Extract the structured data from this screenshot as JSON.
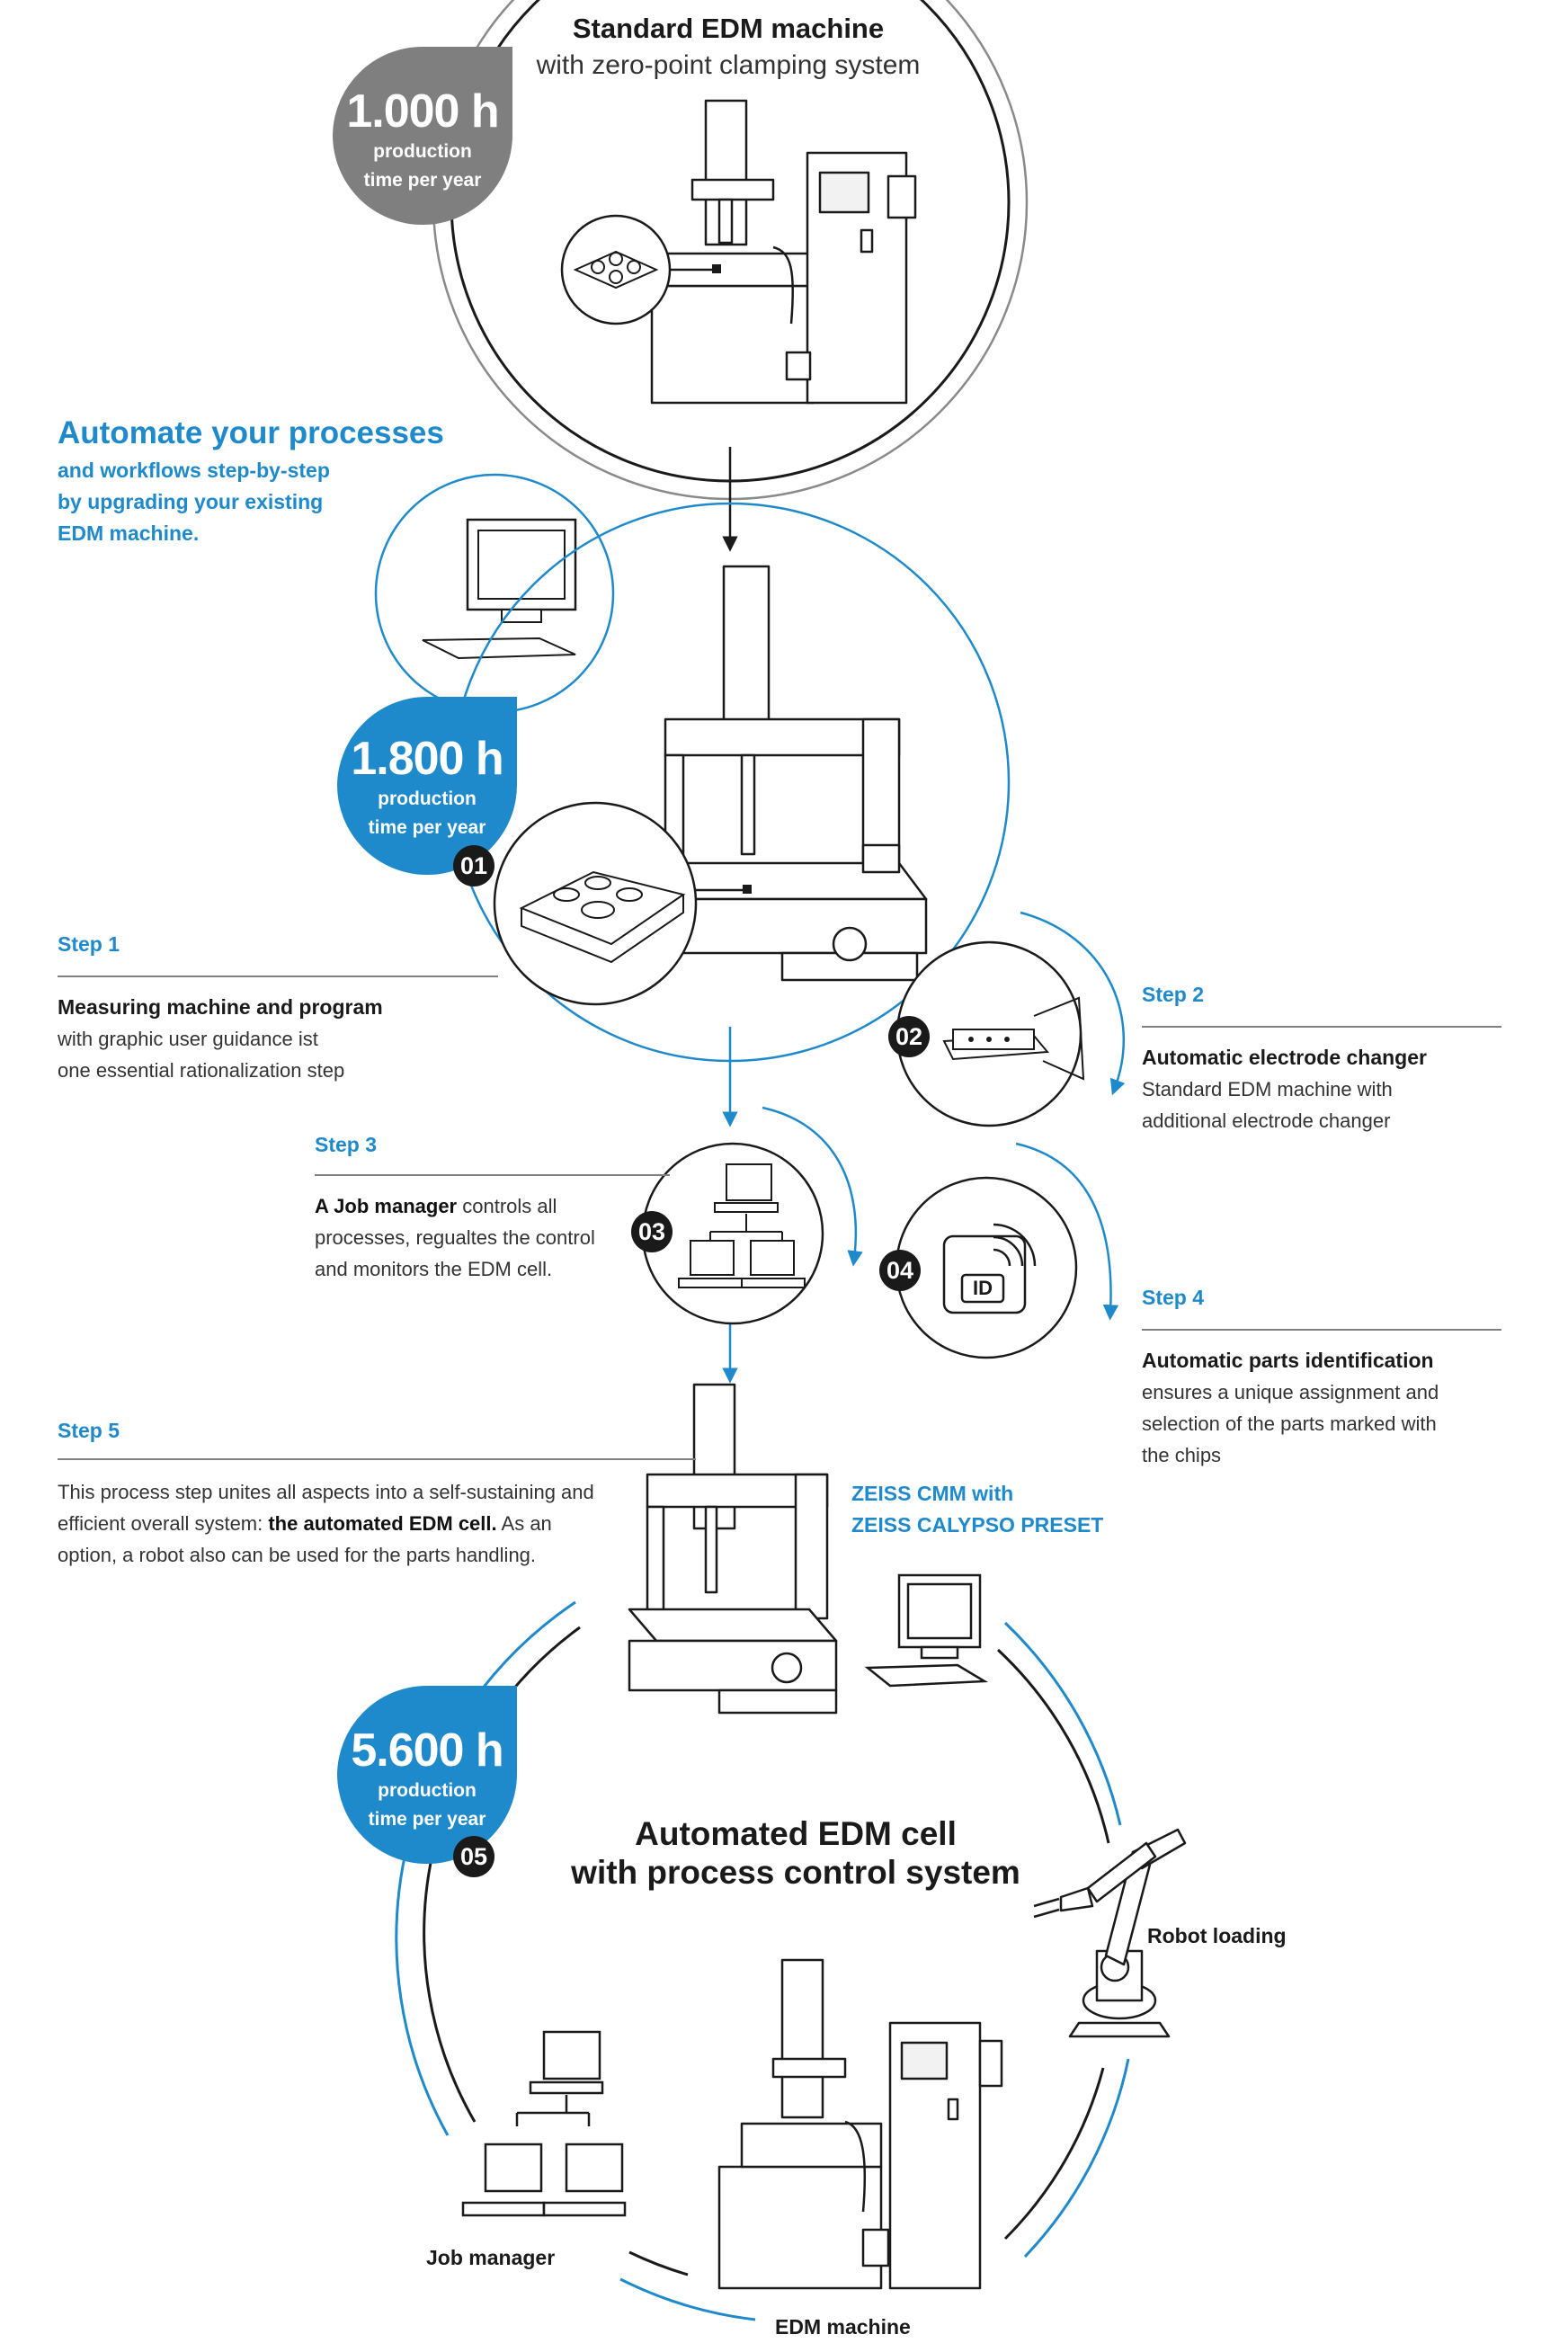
{
  "top": {
    "title": "Standard EDM machine",
    "subtitle": "with zero-point clamping system",
    "badge_value": "1.000 h",
    "badge_line1": "production",
    "badge_line2": "time per year",
    "badge_color": "#7f7f7f"
  },
  "intro": {
    "title": "Automate your processes",
    "line1": "and workflows step-by-step",
    "line2": "by upgrading your existing",
    "line3": "EDM machine."
  },
  "badge_mid": {
    "value": "1.800 h",
    "line1": "production",
    "line2": "time per year",
    "color": "#1f8acb"
  },
  "step1": {
    "label": "Step 1",
    "title": "Measuring machine and program",
    "body1": "with graphic user guidance ist",
    "body2": "one essential rationalization step",
    "number": "01"
  },
  "step2": {
    "label": "Step 2",
    "title": "Automatic electrode changer",
    "body1": "Standard EDM machine with",
    "body2": "additional electrode changer",
    "number": "02"
  },
  "step3": {
    "label": "Step 3",
    "title_bold": "A Job manager",
    "title_rest": " controls all",
    "body1": "processes, regualtes the control",
    "body2": "and monitors the EDM cell.",
    "number": "03"
  },
  "step4": {
    "label": "Step 4",
    "title": "Automatic parts identification",
    "body1": "ensures a unique assignment and",
    "body2": "selection of the parts marked with",
    "body3": "the chips",
    "number": "04",
    "id_text": "ID"
  },
  "step5": {
    "label": "Step 5",
    "body1": "This process step unites all aspects into a self-sustaining and",
    "body2_a": "efficient overall system: ",
    "body2_b": "the automated EDM cell.",
    "body2_c": " As an",
    "body3": "option, a robot also can be used for the parts handling.",
    "number": "05"
  },
  "zeiss": {
    "line1": "ZEISS CMM with",
    "line2": "ZEISS CALYPSO PRESET"
  },
  "badge_bottom": {
    "value": "5.600 h",
    "line1": "production",
    "line2": "time per year",
    "color": "#1f8acb"
  },
  "cell": {
    "line1": "Automated EDM cell",
    "line2": "with process control system",
    "robot": "Robot loading",
    "job_manager": "Job manager",
    "edm_machine": "EDM machine"
  },
  "colors": {
    "accent": "#1f8acb",
    "dark": "#1a1a1a",
    "grey": "#7f7f7f"
  }
}
